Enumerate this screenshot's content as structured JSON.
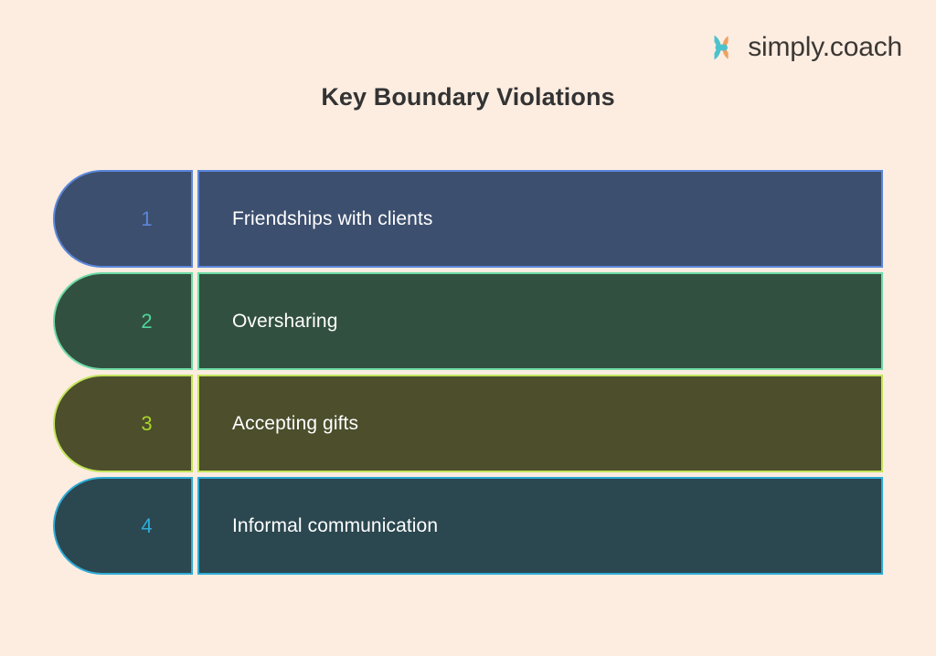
{
  "background_color": "#fdede1",
  "brand": {
    "name": "simply.coach",
    "mark_name": "simply-coach-logo-icon",
    "mark_colors": {
      "left_arc": "#efa060",
      "right_arc": "#4cc2cc"
    },
    "text_color": "#3b3733"
  },
  "title": {
    "text": "Key Boundary Violations",
    "color": "#333333"
  },
  "rows": [
    {
      "number": "1",
      "label": "Friendships with clients",
      "fill": "#3d4f6e",
      "accent": "#5b87da",
      "border": "#5b87da",
      "label_color": "#ffffff"
    },
    {
      "number": "2",
      "label": "Oversharing",
      "fill": "#32503f",
      "accent": "#4fd69a",
      "border": "#6fdba6",
      "label_color": "#ffffff"
    },
    {
      "number": "3",
      "label": "Accepting gifts",
      "fill": "#4c4e2c",
      "accent": "#a9d629",
      "border": "#c4e45c",
      "label_color": "#ffffff"
    },
    {
      "number": "4",
      "label": "Informal communication",
      "fill": "#2b4750",
      "accent": "#2eabd6",
      "border": "#2eabd6",
      "label_color": "#ffffff"
    }
  ]
}
